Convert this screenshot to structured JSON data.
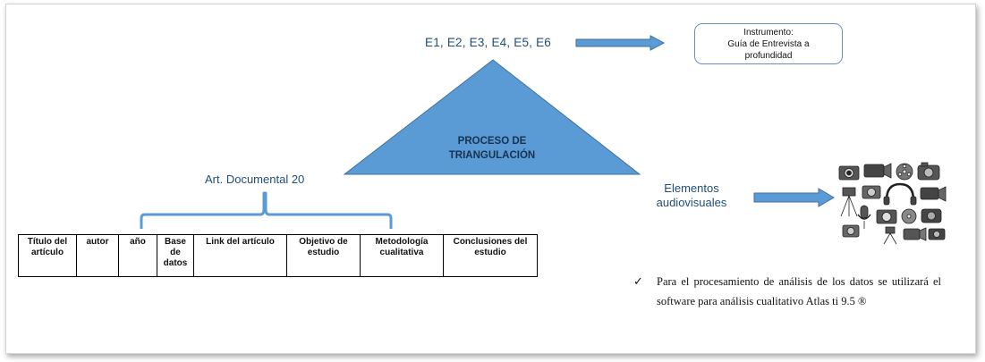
{
  "top_label": "E1, E2, E3, E4, E5, E6",
  "instrument": {
    "title": "Instrumento:",
    "line1": "Guía de Entrevista a",
    "line2": "profundidad"
  },
  "triangle": {
    "line1": "PROCESO DE",
    "line2": "TRIANGULACIÓN"
  },
  "document_label": "Art. Documental 20",
  "media_label": {
    "line1": "Elementos",
    "line2": "audiovisuales"
  },
  "table_headers": [
    "Título del artículo",
    "autor",
    "año",
    "Base de datos",
    "Link del artículo",
    "Objetivo de estudio",
    "Metodología cualitativa",
    "Conclusiones del estudio"
  ],
  "note": {
    "check": "✓",
    "text": "Para el procesamiento de análisis de los datos se utilizará el software para análisis cualitativo Atlas ti 9.5 ®"
  },
  "colors": {
    "triangle_fill": "#5b9bd5",
    "arrow": "#5b9bd5",
    "brace": "#5b9bd5",
    "text_blue": "#1f4e79"
  },
  "icons": [
    "camera-icon",
    "video-camera-icon",
    "microphone-icon",
    "tripod-icon",
    "film-reel-icon",
    "headphones-icon"
  ]
}
